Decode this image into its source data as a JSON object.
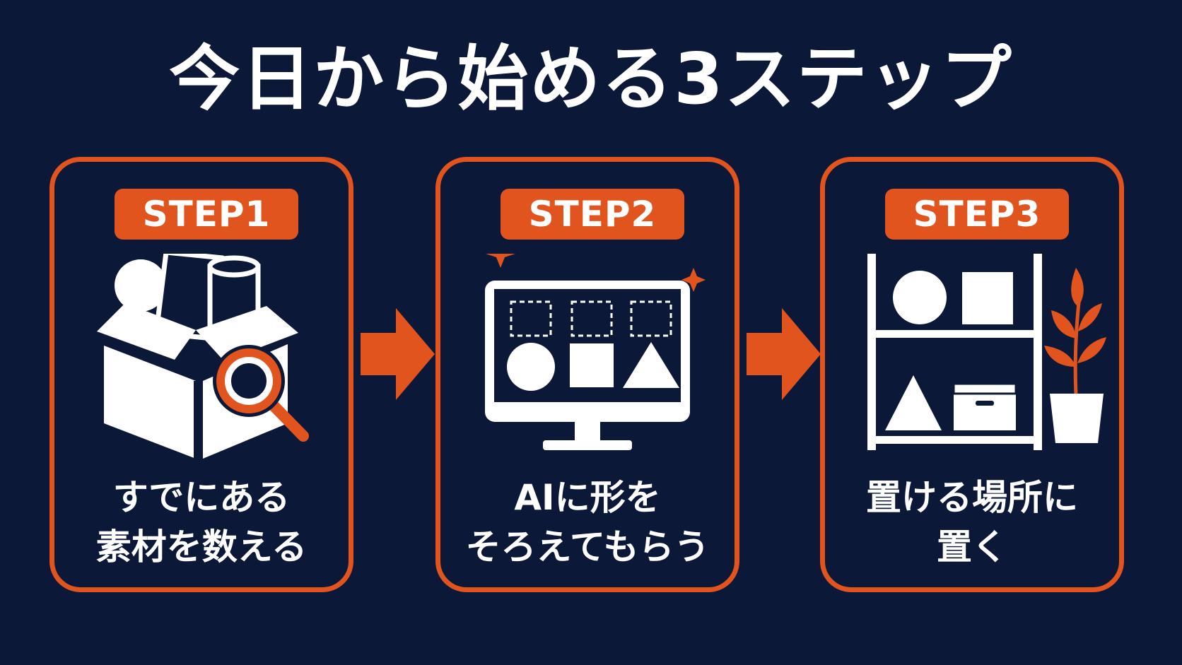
{
  "title": "今日から始める3ステップ",
  "steps": [
    {
      "badge": "STEP1",
      "caption_line1": "すでにある",
      "caption_line2": "素材を数える",
      "icon": "box-with-magnifier-icon"
    },
    {
      "badge": "STEP2",
      "caption_line1": "AIに形を",
      "caption_line2": "そろえてもらう",
      "icon": "monitor-shapes-icon"
    },
    {
      "badge": "STEP3",
      "caption_line1": "置ける場所に",
      "caption_line2": "置く",
      "icon": "shelf-with-plant-icon"
    }
  ],
  "colors": {
    "background": "#0b1838",
    "accent": "#e2541e",
    "text": "#ffffff"
  }
}
